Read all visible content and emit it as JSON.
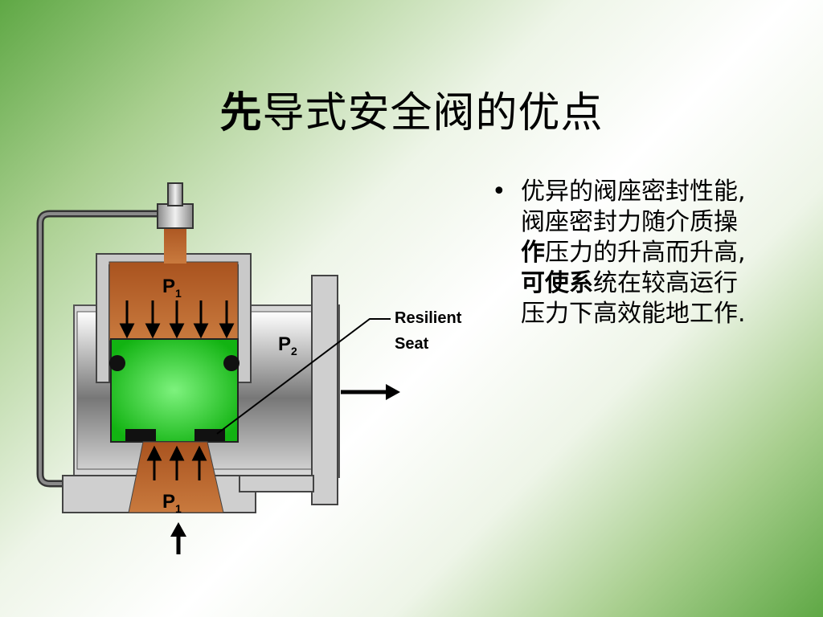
{
  "title": {
    "bold_part": "先",
    "rest": "导式安全阀的优点"
  },
  "bullet": {
    "marker": "•",
    "lines": [
      {
        "parts": [
          {
            "text": "优异的阀座密封性能,",
            "bold": false
          }
        ]
      },
      {
        "parts": [
          {
            "text": "阀座密封力随介质操",
            "bold": false
          }
        ]
      },
      {
        "parts": [
          {
            "text": "作",
            "bold": true
          },
          {
            "text": "压力的升高而升高,",
            "bold": false
          }
        ]
      },
      {
        "parts": [
          {
            "text": "可使系",
            "bold": true
          },
          {
            "text": "统在较高运行",
            "bold": false
          }
        ]
      },
      {
        "parts": [
          {
            "text": "压力下高效能地工作.",
            "bold": false
          }
        ]
      }
    ]
  },
  "diagram": {
    "p1_top": {
      "main": "P",
      "sub": "1"
    },
    "p2": {
      "main": "P",
      "sub": "2"
    },
    "p1_bottom": {
      "main": "P",
      "sub": "1"
    },
    "resilient_seat": [
      "Resilient",
      "Seat"
    ]
  },
  "colors": {
    "piston_green": "#1fc21f",
    "pressure_brown": "#b8642a",
    "body_gray": "#c8c8c8"
  }
}
